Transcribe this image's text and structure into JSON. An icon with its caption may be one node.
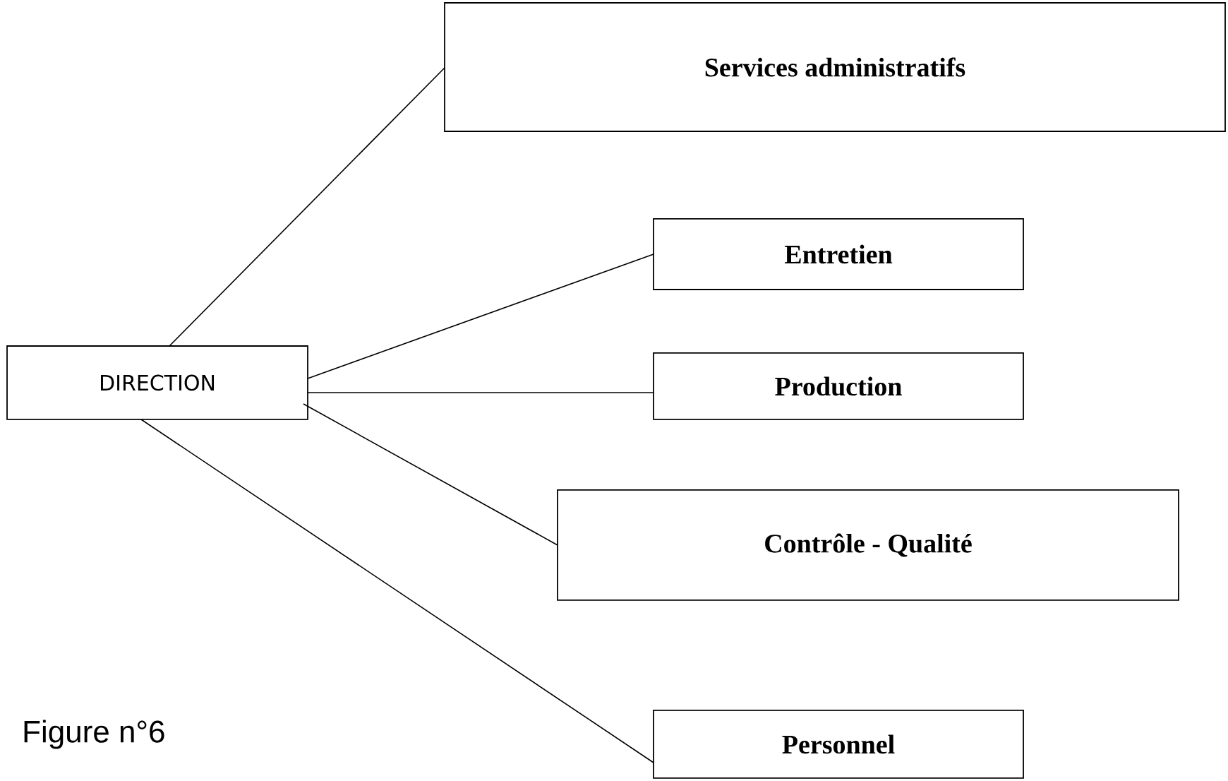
{
  "diagram": {
    "nodes": [
      {
        "text": [
          "DIRECTION"
        ]
      },
      {
        "text": [
          "Services administratifs"
        ]
      },
      {
        "text": [
          "Entretien"
        ]
      },
      {
        "text": [
          "Production"
        ]
      },
      {
        "text": [
          "Contrôle - Qualité"
        ]
      },
      {
        "text": [
          "Personnel"
        ]
      }
    ],
    "edges": [
      {
        "from": 0,
        "to": 1,
        "arrow": "none"
      },
      {
        "from": 0,
        "to": 2,
        "arrow": "none"
      },
      {
        "from": 0,
        "to": 3,
        "arrow": "none"
      },
      {
        "from": 0,
        "to": 4,
        "arrow": "none"
      },
      {
        "from": 0,
        "to": 5,
        "arrow": "none"
      }
    ],
    "labels": [
      "Figure n°6"
    ]
  }
}
